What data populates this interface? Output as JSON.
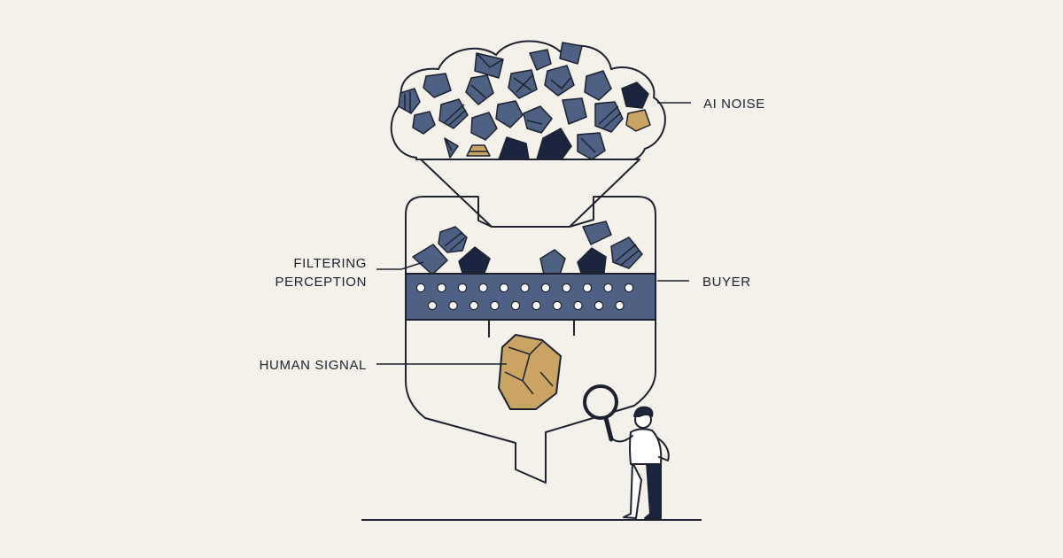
{
  "labels": {
    "ai_noise": "AI NOISE",
    "filtering_line1": "FILTERING",
    "filtering_line2": "PERCEPTION",
    "buyer": "BUYER",
    "human_signal": "HUMAN SIGNAL"
  },
  "colors": {
    "background": "#f3f1ea",
    "stroke": "#1d2130",
    "slate": "#4e6184",
    "navy": "#1c2540",
    "gold": "#c9a462",
    "white": "#ffffff"
  },
  "icons": {
    "magnifier": "magnifying-glass-icon",
    "person": "person-icon"
  }
}
